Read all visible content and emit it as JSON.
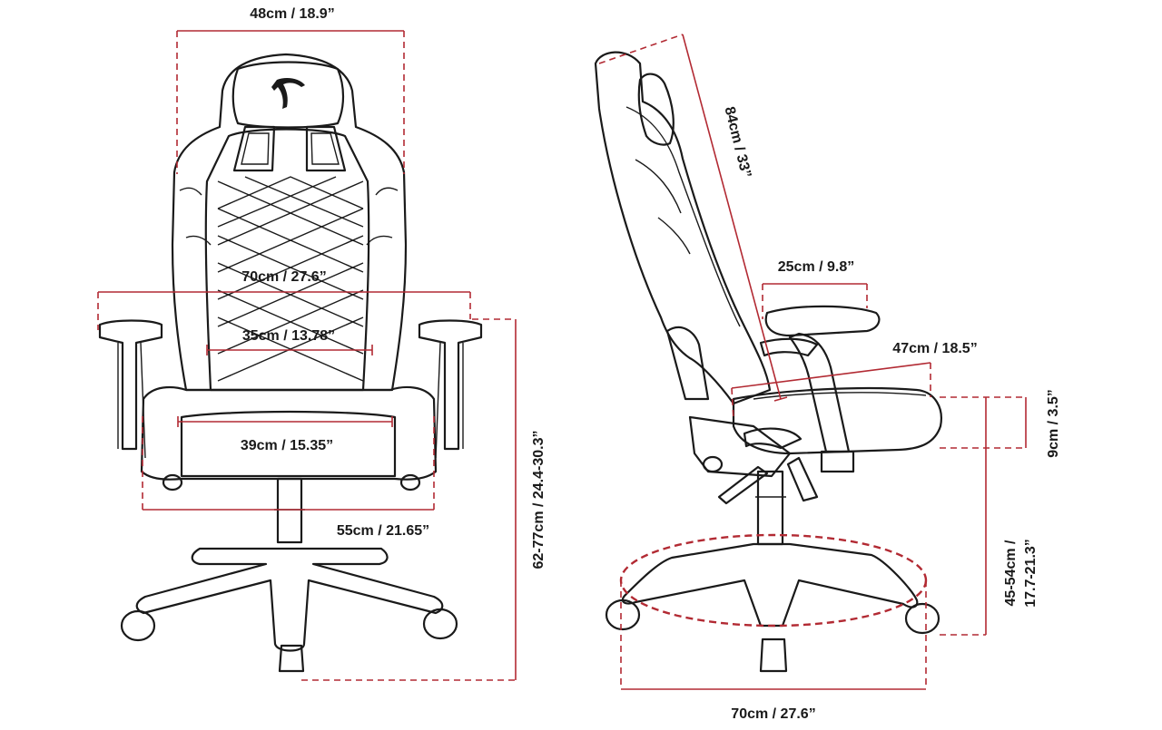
{
  "accent_color": "#b22a33",
  "line_color": "#1a1a1a",
  "front_view": {
    "headrest_width": "48cm / 18.9”",
    "armrest_span": "70cm / 27.6”",
    "backrest_width": "35cm / 13.78”",
    "seat_width": "39cm / 15.35”",
    "seat_depth_span": "55cm / 21.65”",
    "armrest_height": "62-77cm / 24.4-30.3”"
  },
  "side_view": {
    "backrest_height": "84cm / 33”",
    "armrest_length": "25cm / 9.8”",
    "seat_depth": "47cm / 18.5”",
    "cushion_thickness": "9cm / 3.5”",
    "seat_height_line1": "45-54cm /",
    "seat_height_line2": "17.7-21.3”",
    "base_diameter": "70cm / 27.6”"
  }
}
